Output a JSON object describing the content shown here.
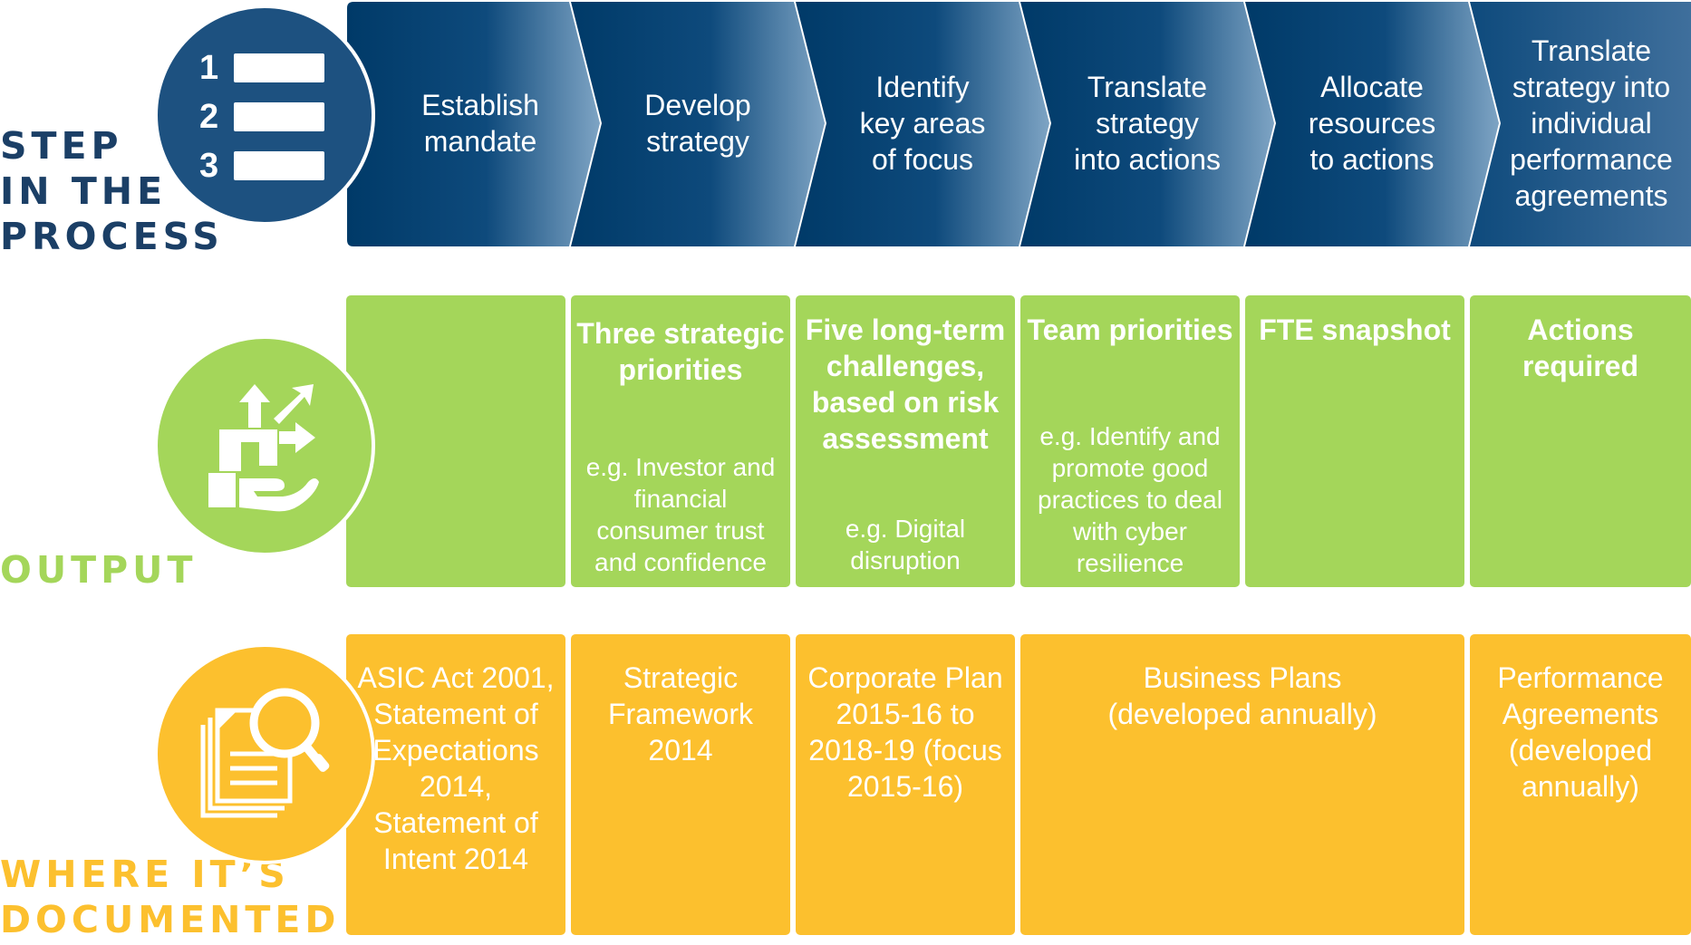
{
  "colors": {
    "navy": "#003a68",
    "navy_light": "#6f98bd",
    "green": "#a4d65a",
    "yellow": "#fcc02e",
    "circle_blue": "#1d5180",
    "circle_green": "#a4d65a",
    "circle_yellow": "#fcc02e"
  },
  "labels": {
    "step": "STEP\nIN THE\nPROCESS",
    "output": "OUTPUT",
    "documented": "WHERE IT’S\nDOCUMENTED"
  },
  "icons": {
    "step": "numbered-list-icon",
    "output": "workflow-hand-icon",
    "documented": "document-search-icon"
  },
  "list_icon_numbers": [
    "1",
    "2",
    "3"
  ],
  "steps": [
    "Establish\nmandate",
    "Develop\nstrategy",
    "Identify\nkey areas\nof focus",
    "Translate\nstrategy\ninto actions",
    "Allocate\nresources\nto actions",
    "Translate\nstrategy into\nindividual\nperformance\nagreements"
  ],
  "outputs": [
    {
      "title": "",
      "example": ""
    },
    {
      "title": "Three strategic\npriorities",
      "example": "e.g. Investor and\nfinancial\nconsumer trust\nand confidence"
    },
    {
      "title": "Five long-term\nchallenges,\nbased on risk\nassessment",
      "example": "e.g. Digital\ndisruption"
    },
    {
      "title": "Team priorities",
      "example": "e.g. Identify and\npromote good\npractices to deal\nwith cyber\nresilience"
    },
    {
      "title": "FTE snapshot",
      "example": ""
    },
    {
      "title": "Actions\nrequired",
      "example": ""
    }
  ],
  "documents": [
    "ASIC Act 2001,\nStatement of\nExpectations\n2014,\nStatement of\nIntent 2014",
    "Strategic\nFramework 2014",
    "Corporate Plan\n2015-16 to\n2018-19  (focus\n2015-16)",
    "Business Plans\n(developed annually)",
    "Performance\nAgreements\n(developed\nannually)"
  ]
}
